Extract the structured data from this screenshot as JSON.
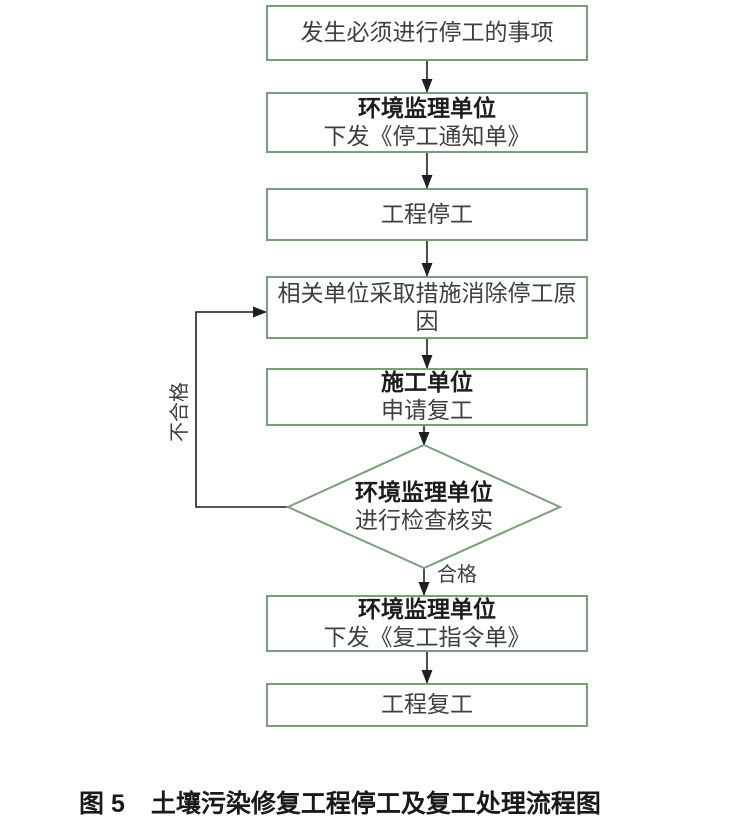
{
  "figure": {
    "caption_label": "图 5",
    "caption_title": "土壤污染修复工程停工及复工处理流程图"
  },
  "flowchart": {
    "nodes": {
      "trigger": {
        "line1": "发生必须进行停工的事项"
      },
      "notice": {
        "title": "环境监理单位",
        "line2": "下发《停工通知单》"
      },
      "stop": {
        "line1": "工程停工"
      },
      "eliminate": {
        "line1": "相关单位采取措施消除停工原",
        "line2": "因"
      },
      "apply": {
        "title": "施工单位",
        "line2": "申请复工"
      },
      "check": {
        "title": "环境监理单位",
        "line2": "进行检查核实"
      },
      "order": {
        "title": "环境监理单位",
        "line2": "下发《复工指令单》"
      },
      "resume": {
        "line1": "工程复工"
      }
    },
    "edge_labels": {
      "pass": "合格",
      "fail": "不合格"
    },
    "edges": [
      {
        "from": "trigger",
        "to": "notice",
        "label": ""
      },
      {
        "from": "notice",
        "to": "stop",
        "label": ""
      },
      {
        "from": "stop",
        "to": "eliminate",
        "label": ""
      },
      {
        "from": "eliminate",
        "to": "apply",
        "label": ""
      },
      {
        "from": "apply",
        "to": "check",
        "label": ""
      },
      {
        "from": "check",
        "to": "order",
        "label": "合格"
      },
      {
        "from": "check",
        "to": "eliminate",
        "label": "不合格"
      },
      {
        "from": "order",
        "to": "resume",
        "label": ""
      }
    ],
    "colors": {
      "node_border": "#7d9b7d",
      "connector": "#1f1f1f",
      "text": "#3f3f3f",
      "bold_text": "#1c1c1c"
    }
  }
}
